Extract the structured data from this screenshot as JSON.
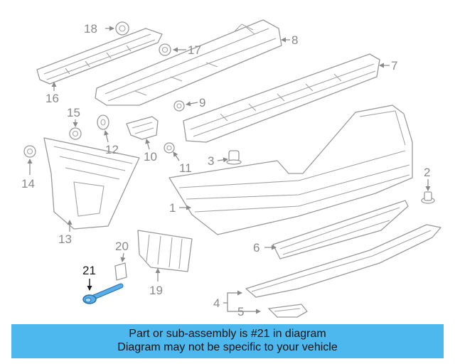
{
  "diagram": {
    "highlighted_part": "21",
    "callouts": [
      "1",
      "2",
      "3",
      "4",
      "5",
      "6",
      "7",
      "8",
      "9",
      "10",
      "11",
      "12",
      "13",
      "14",
      "15",
      "16",
      "17",
      "18",
      "19",
      "20",
      "21"
    ]
  },
  "banner": {
    "line1": "Part or sub-assembly is #21 in diagram",
    "line2": "Diagram may not be specific to your vehicle"
  },
  "colors": {
    "banner_background": "#4db8ee",
    "highlight_part": "#5aaee8",
    "line_art": "#9a9a9a"
  },
  "icons": {
    "leader_arrow": "arrowhead"
  }
}
